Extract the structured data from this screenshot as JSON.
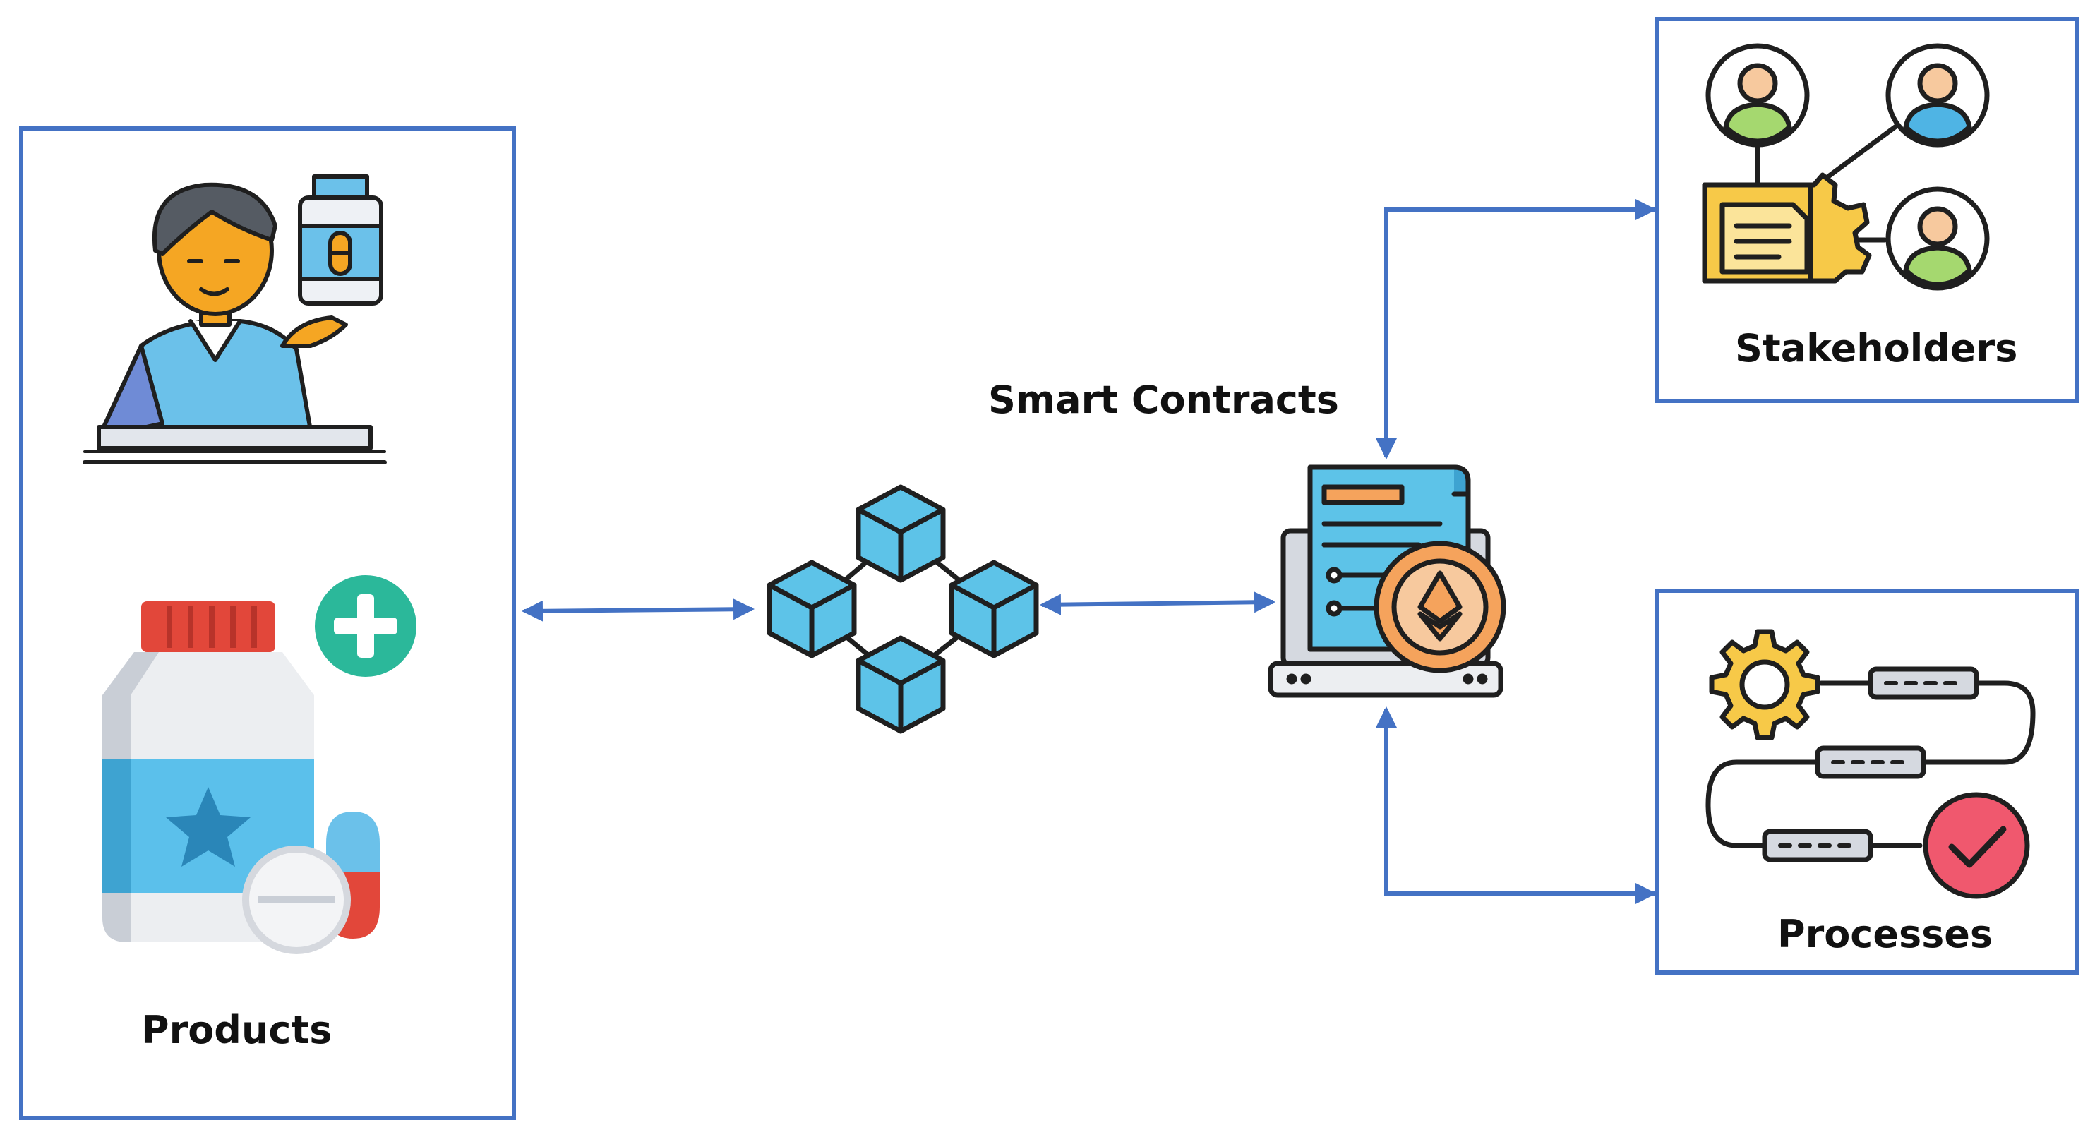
{
  "labels": {
    "products": "Products",
    "smart_contracts": "Smart Contracts",
    "stakeholders": "Stakeholders",
    "processes": "Processes"
  },
  "colors": {
    "box_border": "#4472c4",
    "arrow": "#4472c4",
    "outline": "#1f1f1f",
    "cube_blue": "#5dc3e8",
    "skin": "#f5a623",
    "hair": "#555b63",
    "shirt": "#6bc1ea",
    "bottle_cap": "#e2473a",
    "label_blue": "#5bc0eb",
    "star": "#2a86b8",
    "plus_circle": "#2bb89a",
    "gear_yellow": "#f7c948",
    "check_red": "#f0586e",
    "coin_orange": "#f5a35c",
    "avatar_green": "#a5d86f",
    "avatar_blue": "#4fb4e4"
  },
  "icons": [
    "pharmacist-icon",
    "medicine-bottle-icon",
    "plus-circle-icon",
    "pill-icon",
    "blockchain-icon",
    "smart-contract-laptop-icon",
    "ethereum-coin-icon",
    "stakeholder-network-icon",
    "process-flow-icon"
  ]
}
